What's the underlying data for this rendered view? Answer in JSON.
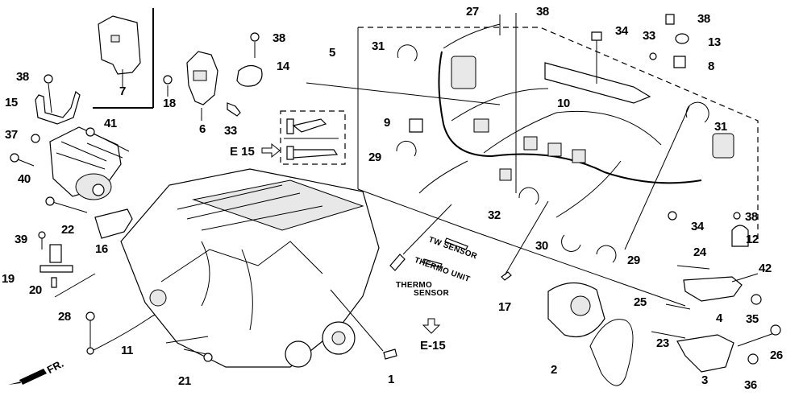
{
  "diagram": {
    "title": "Engine Wire Harness / Starter / Alternator Exploded View",
    "front_indicator": "FR.",
    "references": [
      {
        "id": "ref-e15-left",
        "label": "E 15"
      },
      {
        "id": "ref-e15-bottom",
        "label": "E-15"
      }
    ],
    "sensor_labels": {
      "tw_sensor": "TW SENSOR",
      "thermo_unit": "THERMO UNIT",
      "thermo_sensor_line1": "THERMO",
      "thermo_sensor_line2": "SENSOR"
    },
    "callouts": [
      {
        "num": "1",
        "part": "engine-assembly-plate"
      },
      {
        "num": "2",
        "part": "alternator-belt"
      },
      {
        "num": "3",
        "part": "alternator-bracket"
      },
      {
        "num": "4",
        "part": "alternator-adjuster-bracket"
      },
      {
        "num": "5",
        "part": "engine-wire-harness"
      },
      {
        "num": "6",
        "part": "harness-bracket-a"
      },
      {
        "num": "7",
        "part": "harness-bracket-b"
      },
      {
        "num": "8",
        "part": "stay"
      },
      {
        "num": "9",
        "part": "connector-holder"
      },
      {
        "num": "10",
        "part": "harness-cover"
      },
      {
        "num": "11",
        "part": "ground-cable"
      },
      {
        "num": "12",
        "part": "clamp-12"
      },
      {
        "num": "13",
        "part": "clamp-13"
      },
      {
        "num": "14",
        "part": "clamp-14"
      },
      {
        "num": "15",
        "part": "bracket-15"
      },
      {
        "num": "16",
        "part": "starter-bracket"
      },
      {
        "num": "17",
        "part": "thermo-sensor"
      },
      {
        "num": "18",
        "part": "grommet"
      },
      {
        "num": "19",
        "part": "sensor-assembly"
      },
      {
        "num": "20",
        "part": "o-ring"
      },
      {
        "num": "21",
        "part": "bolt-21"
      },
      {
        "num": "22",
        "part": "bolt-22"
      },
      {
        "num": "23",
        "part": "bolt-23"
      },
      {
        "num": "24",
        "part": "bolt-24"
      },
      {
        "num": "25",
        "part": "bolt-25"
      },
      {
        "num": "26",
        "part": "bolt-26"
      },
      {
        "num": "27",
        "part": "bolt-27"
      },
      {
        "num": "28",
        "part": "bolt-28"
      },
      {
        "num": "29",
        "part": "clamp-29-upper"
      },
      {
        "num": "29",
        "part": "clamp-29-lower"
      },
      {
        "num": "30",
        "part": "clamp-30"
      },
      {
        "num": "31",
        "part": "clamp-31-left"
      },
      {
        "num": "31",
        "part": "clamp-31-right"
      },
      {
        "num": "32",
        "part": "clamp-32"
      },
      {
        "num": "33",
        "part": "bolt-33-left"
      },
      {
        "num": "33",
        "part": "bolt-33-right"
      },
      {
        "num": "34",
        "part": "nut-34-upper"
      },
      {
        "num": "34",
        "part": "nut-34-lower"
      },
      {
        "num": "35",
        "part": "nut-35"
      },
      {
        "num": "36",
        "part": "nut-36"
      },
      {
        "num": "37",
        "part": "nut-37"
      },
      {
        "num": "38",
        "part": "bolt-38-left"
      },
      {
        "num": "38",
        "part": "bolt-38-mid"
      },
      {
        "num": "38",
        "part": "bolt-38-top"
      },
      {
        "num": "38",
        "part": "bolt-38-right-top"
      },
      {
        "num": "38",
        "part": "bolt-38-right-lower"
      },
      {
        "num": "39",
        "part": "bolt-39"
      },
      {
        "num": "40",
        "part": "bolt-40"
      },
      {
        "num": "41",
        "part": "bolt-41"
      },
      {
        "num": "42",
        "part": "bolt-42"
      }
    ]
  }
}
